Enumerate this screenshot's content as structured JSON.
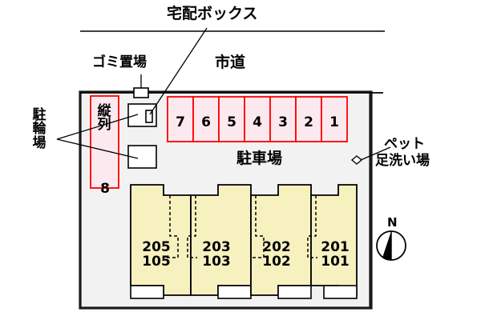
{
  "diagram": {
    "type": "property-site-plan",
    "colors": {
      "site_fill": "#f2f2f2",
      "parking_fill": "#fce9ef",
      "parking_stroke": "#ff0000",
      "building_fill": "#f7f1c0",
      "building_stroke": "#000000",
      "road_line": "#000000",
      "text": "#000000"
    }
  },
  "labels": {
    "delivery_box": "宅配ボックス",
    "garbage_area": "ゴミ置場",
    "city_road": "市道",
    "bicycle_parking": "駐輪場",
    "bicycle_parking_chars": [
      "駐",
      "輪",
      "場"
    ],
    "parking_lot": "駐車場",
    "tandem": "縦列",
    "tandem_chars": [
      "縦",
      "列"
    ],
    "tandem_number": "8",
    "pet_wash_line1": "ペット",
    "pet_wash_line2": "足洗い場",
    "pet_wash": "ペット足洗い場",
    "compass_north": "N"
  },
  "parking": {
    "label": "駐車場",
    "stalls": [
      {
        "number": "7"
      },
      {
        "number": "6"
      },
      {
        "number": "5"
      },
      {
        "number": "4"
      },
      {
        "number": "3"
      },
      {
        "number": "2"
      },
      {
        "number": "1"
      }
    ],
    "tandem_stall": {
      "number": "8",
      "note": "縦列"
    }
  },
  "building": {
    "units": [
      {
        "upper": "205",
        "lower": "105",
        "display": "205\n105"
      },
      {
        "upper": "203",
        "lower": "103",
        "display": "203\n103"
      },
      {
        "upper": "202",
        "lower": "102",
        "display": "202\n102"
      },
      {
        "upper": "201",
        "lower": "101",
        "display": "201\n101"
      }
    ]
  },
  "icons": {
    "garbage_box": "garbage-box-icon",
    "delivery_box": "delivery-box-icon",
    "bicycle_rack_upper": "bicycle-rack-icon",
    "bicycle_rack_lower": "bicycle-rack-icon",
    "pet_wash_marker": "diamond-marker-icon",
    "compass": "compass-rose-icon"
  }
}
